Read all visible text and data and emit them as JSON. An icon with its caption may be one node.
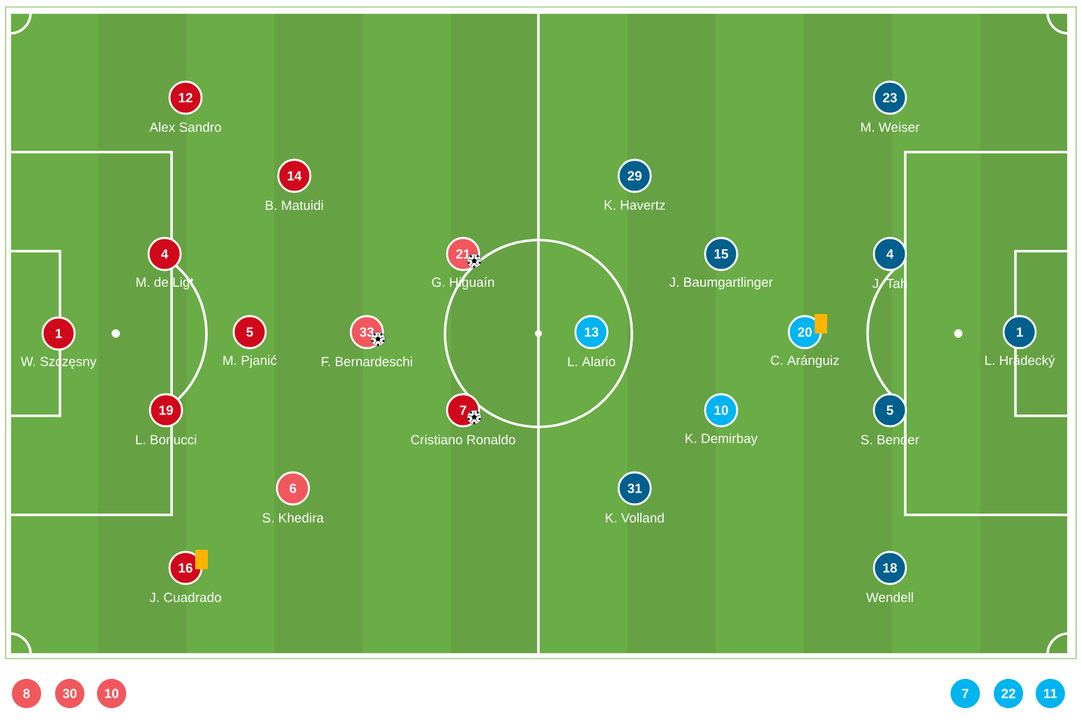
{
  "diagram": {
    "nodes": [
      {
        "text": [
          "1"
        ],
        "beside": [
          "W. Szczęsny"
        ]
      },
      {
        "text": [
          "12"
        ],
        "beside": [
          "Alex Sandro"
        ]
      },
      {
        "text": [
          "4"
        ],
        "beside": [
          "M. de Ligt"
        ]
      },
      {
        "text": [
          "19"
        ],
        "beside": [
          "L. Bonucci"
        ]
      },
      {
        "text": [
          "16"
        ],
        "beside": [
          "J. Cuadrado"
        ]
      },
      {
        "text": [
          "14"
        ],
        "beside": [
          "B. Matuidi"
        ]
      },
      {
        "text": [
          "5"
        ],
        "beside": [
          "M. Pjanić"
        ]
      },
      {
        "text": [
          "6"
        ],
        "beside": [
          "S. Khedira"
        ]
      },
      {
        "text": [
          "33"
        ],
        "beside": [
          "F. Bernardeschi"
        ]
      },
      {
        "text": [
          "21"
        ],
        "beside": [
          "G. Higuaín"
        ]
      },
      {
        "text": [
          "7"
        ],
        "beside": [
          "Cristiano Ronaldo"
        ]
      },
      {
        "text": [
          "13"
        ],
        "beside": [
          "L. Alario"
        ]
      },
      {
        "text": [
          "29"
        ],
        "beside": [
          "K. Havertz"
        ]
      },
      {
        "text": [
          "31"
        ],
        "beside": [
          "K. Volland"
        ]
      },
      {
        "text": [
          "15"
        ],
        "beside": [
          "J. Baumgartlinger"
        ]
      },
      {
        "text": [
          "10"
        ],
        "beside": [
          "K. Demirbay"
        ]
      },
      {
        "text": [
          "20"
        ],
        "beside": [
          "C. Aránguiz"
        ]
      },
      {
        "text": [
          "23"
        ],
        "beside": [
          "M. Weiser"
        ]
      },
      {
        "text": [
          "4"
        ],
        "beside": [
          "J. Tah"
        ]
      },
      {
        "text": [
          "5"
        ],
        "beside": [
          "S. Bender"
        ]
      },
      {
        "text": [
          "18"
        ],
        "beside": [
          "Wendell"
        ]
      },
      {
        "text": [
          "1"
        ],
        "beside": [
          "L. Hrádecký"
        ]
      },
      {
        "text": [
          "8"
        ]
      },
      {
        "text": [
          "30"
        ]
      },
      {
        "text": [
          "10"
        ]
      },
      {
        "text": [
          "7"
        ]
      },
      {
        "text": [
          "22"
        ]
      },
      {
        "text": [
          "11"
        ]
      }
    ]
  }
}
